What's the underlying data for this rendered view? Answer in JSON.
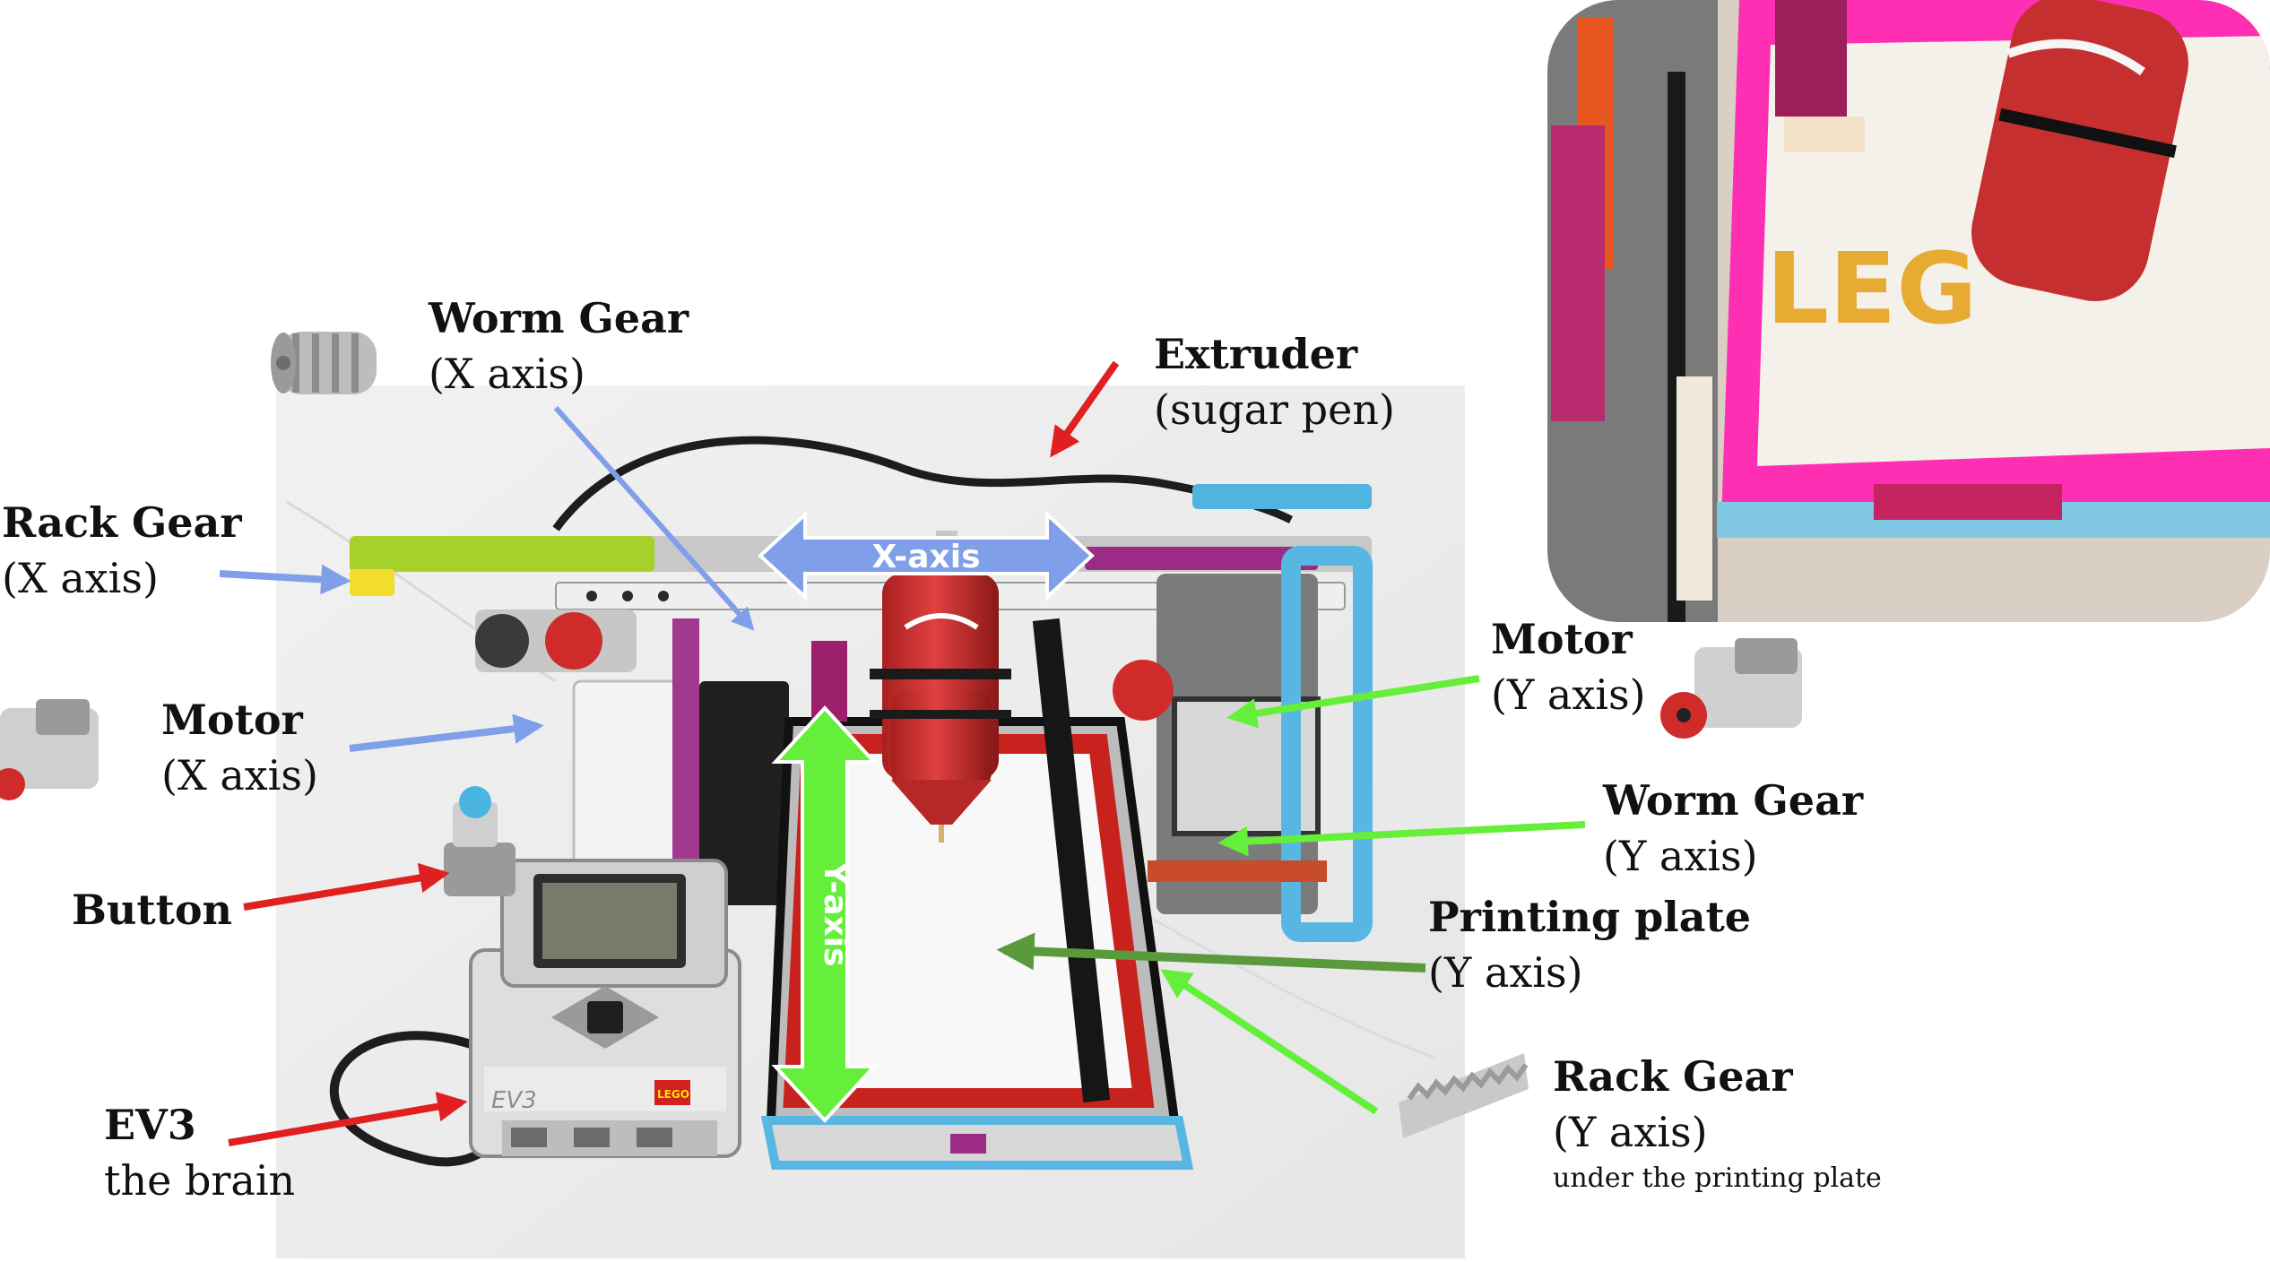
{
  "colors": {
    "red_arrow": "#e02020",
    "blue_arrow": "#7f9fe8",
    "green_arrow": "#66ef3a",
    "dark_green_arrow": "#5a9a3c",
    "x_axis_band": "#7f9fe8",
    "y_axis_band": "#66ef3a",
    "plate_frame": "#c8221e",
    "inset_mat": "#ff2fb4",
    "pen_body": "#d63434"
  },
  "labels": {
    "worm_gear_x": {
      "title": "Worm Gear",
      "sub": "(X axis)"
    },
    "extruder": {
      "title": "Extruder",
      "sub": "(sugar pen)"
    },
    "rack_gear_x": {
      "title": "Rack Gear",
      "sub": "(X axis)"
    },
    "motor_x": {
      "title": "Motor",
      "sub": "(X axis)"
    },
    "button": {
      "title": "Button"
    },
    "ev3": {
      "title": "EV3",
      "sub": "the brain"
    },
    "motor_y": {
      "title": "Motor",
      "sub": "(Y axis)"
    },
    "worm_gear_y": {
      "title": "Worm Gear",
      "sub": "(Y axis)"
    },
    "printing_plate": {
      "title": "Printing plate",
      "sub": "(Y axis)"
    },
    "rack_gear_y": {
      "title": "Rack Gear",
      "sub": "(Y axis)",
      "note": "under the printing plate"
    }
  },
  "axes": {
    "x": "X-axis",
    "y": "Y-axis"
  },
  "device_text": {
    "ev3_brick": "EV3",
    "lego_logo": "LEGO",
    "inset_print": "LEG"
  },
  "icons": [
    "worm-gear-icon",
    "motor-icon",
    "rack-gear-icon"
  ]
}
